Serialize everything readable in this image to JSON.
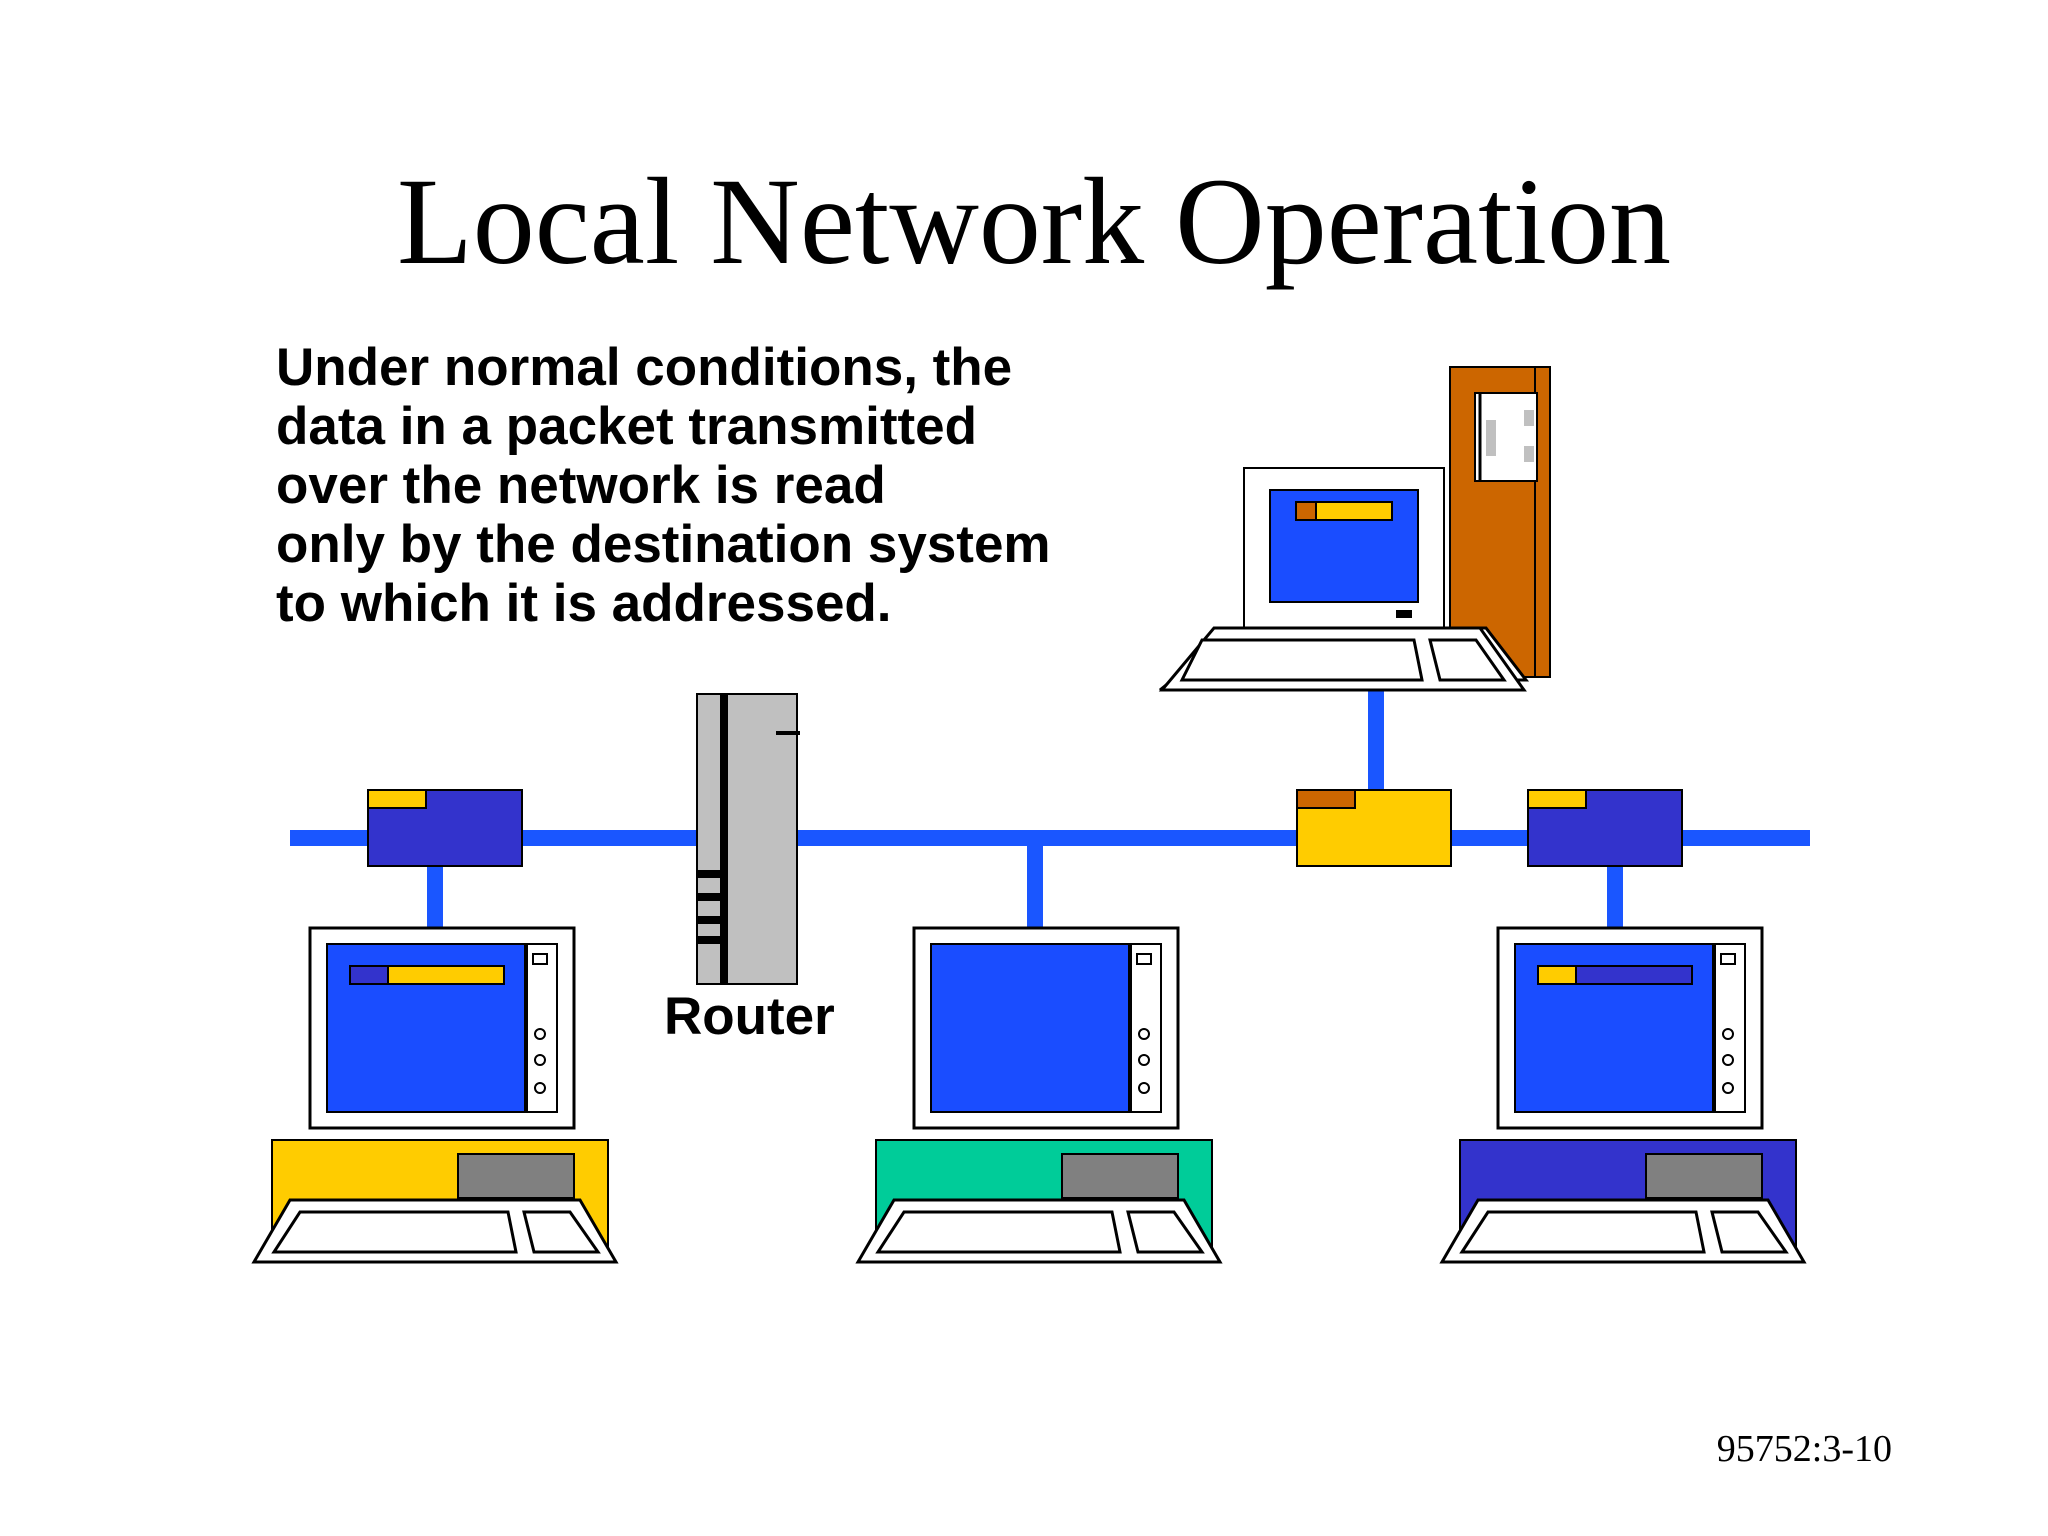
{
  "slide": {
    "title": "Local Network Operation",
    "body_lines": [
      "Under normal conditions, the",
      "data in a packet transmitted",
      "over the network is read",
      "only by the destination system",
      "to which it is addressed."
    ],
    "router_label": "Router",
    "slide_id": "95752:3-10"
  },
  "colors": {
    "network_line": "#1a56ff",
    "screen": "#1a4dff",
    "packet_blue": "#3333cc",
    "packet_yellow": "#ffcc00",
    "packet_orange": "#cc6600",
    "router_gray": "#c0c0c0",
    "tower_orange": "#cc6600",
    "base_yellow": "#ffcc00",
    "base_green": "#00cc99",
    "base_blue": "#3333cc",
    "drive_gray": "#808080"
  }
}
